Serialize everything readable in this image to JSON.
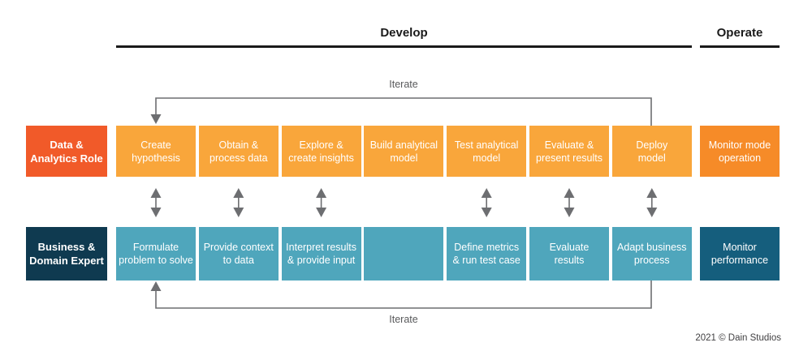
{
  "header": {
    "develop_label": "Develop",
    "operate_label": "Operate"
  },
  "loops": {
    "top_label": "Iterate",
    "bottom_label": "Iterate"
  },
  "rows": [
    {
      "role_label": "Data &\nAnalytics Role",
      "steps": [
        "Create\nhypothesis",
        "Obtain &\nprocess data",
        "Explore &\ncreate insights",
        "Build analytical\nmodel",
        "Test analytical\nmodel",
        "Evaluate &\npresent results",
        "Deploy\nmodel"
      ],
      "operate_step": "Monitor mode\noperation"
    },
    {
      "role_label": "Business &\nDomain Expert",
      "steps": [
        "Formulate\nproblem to solve",
        "Provide context\nto data",
        "Interpret results\n& provide input",
        "",
        "Define metrics\n& run test case",
        "Evaluate\nresults",
        "Adapt business\nprocess"
      ],
      "operate_step": "Monitor\nperformance"
    }
  ],
  "footer": {
    "copyright": "2021 © Dain Studios"
  },
  "colors": {
    "role1_bg": "#F15A29",
    "step1_bg": "#F9A63B",
    "operate1_bg": "#F68B28",
    "role2_bg": "#0F3A50",
    "step2_bg": "#4FA6BC",
    "operate2_bg": "#155E7D",
    "arrow": "#6D6E71",
    "header_text": "#1A1A1A"
  }
}
